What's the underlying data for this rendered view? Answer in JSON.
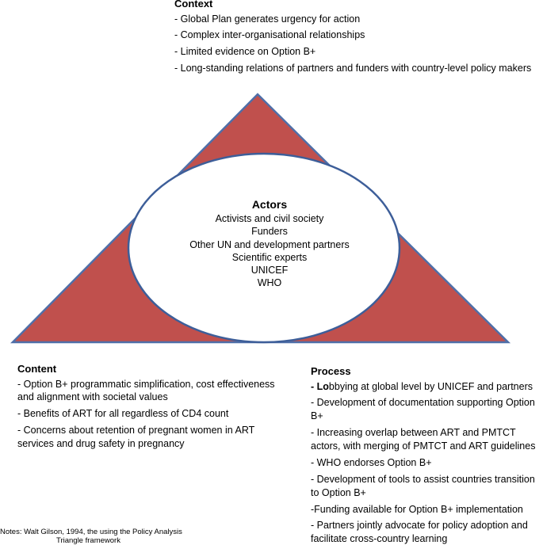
{
  "context": {
    "title": "Context",
    "items": [
      "- Global Plan generates urgency for action",
      "- Complex inter-organisational relationships",
      "- Limited evidence on Option B+",
      "- Long-standing relations of partners and funders with country-level policy makers"
    ]
  },
  "actors": {
    "title": "Actors",
    "items": [
      "Activists and civil society",
      "Funders",
      "Other UN and development partners",
      "Scientific experts",
      "UNICEF",
      "WHO"
    ]
  },
  "content": {
    "title": "Content",
    "items": [
      "- Option B+ programmatic simplification, cost effectiveness and alignment with societal values",
      "- Benefits of ART for all regardless of CD4 count",
      "- Concerns about retention of pregnant women in ART services and drug safety in pregnancy"
    ]
  },
  "process": {
    "title": "Process",
    "first_prefix": "- L",
    "first_bold": "o",
    "first_rest": "bbying at global level by UNICEF and partners",
    "items": [
      "- Development of documentation supporting Option B+",
      "- Increasing overlap between ART and PMTCT actors, with merging of PMTCT and ART guidelines",
      "-  WHO endorses Option B+",
      "- Development of tools to assist countries transition to Option B+",
      "-Funding available for Option B+ implementation",
      "- Partners jointly advocate for policy adoption and facilitate cross-country learning"
    ]
  },
  "notes": {
    "line1": "Notes: Walt Gilson, 1994, the using the Policy Analysis",
    "line2": "Triangle framework"
  },
  "colors": {
    "triangle_fill": "#c0504d",
    "triangle_stroke": "#4f6fa8",
    "ellipse_fill": "#ffffff",
    "ellipse_stroke": "#3d5e99"
  }
}
